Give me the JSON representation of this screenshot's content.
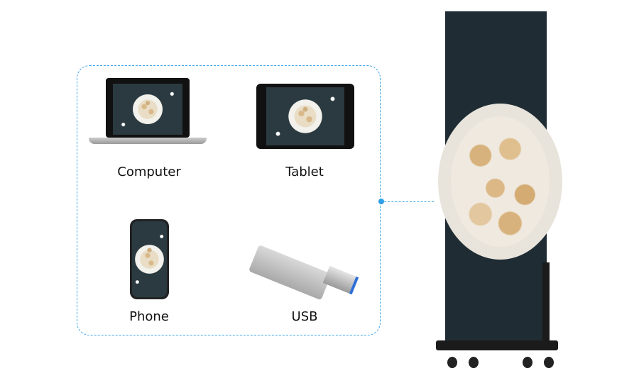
{
  "sources": {
    "computer_label": "Computer",
    "tablet_label": "Tablet",
    "phone_label": "Phone",
    "usb_label": "USB"
  },
  "colors": {
    "connector": "#3aa6ea",
    "text": "#111111"
  }
}
